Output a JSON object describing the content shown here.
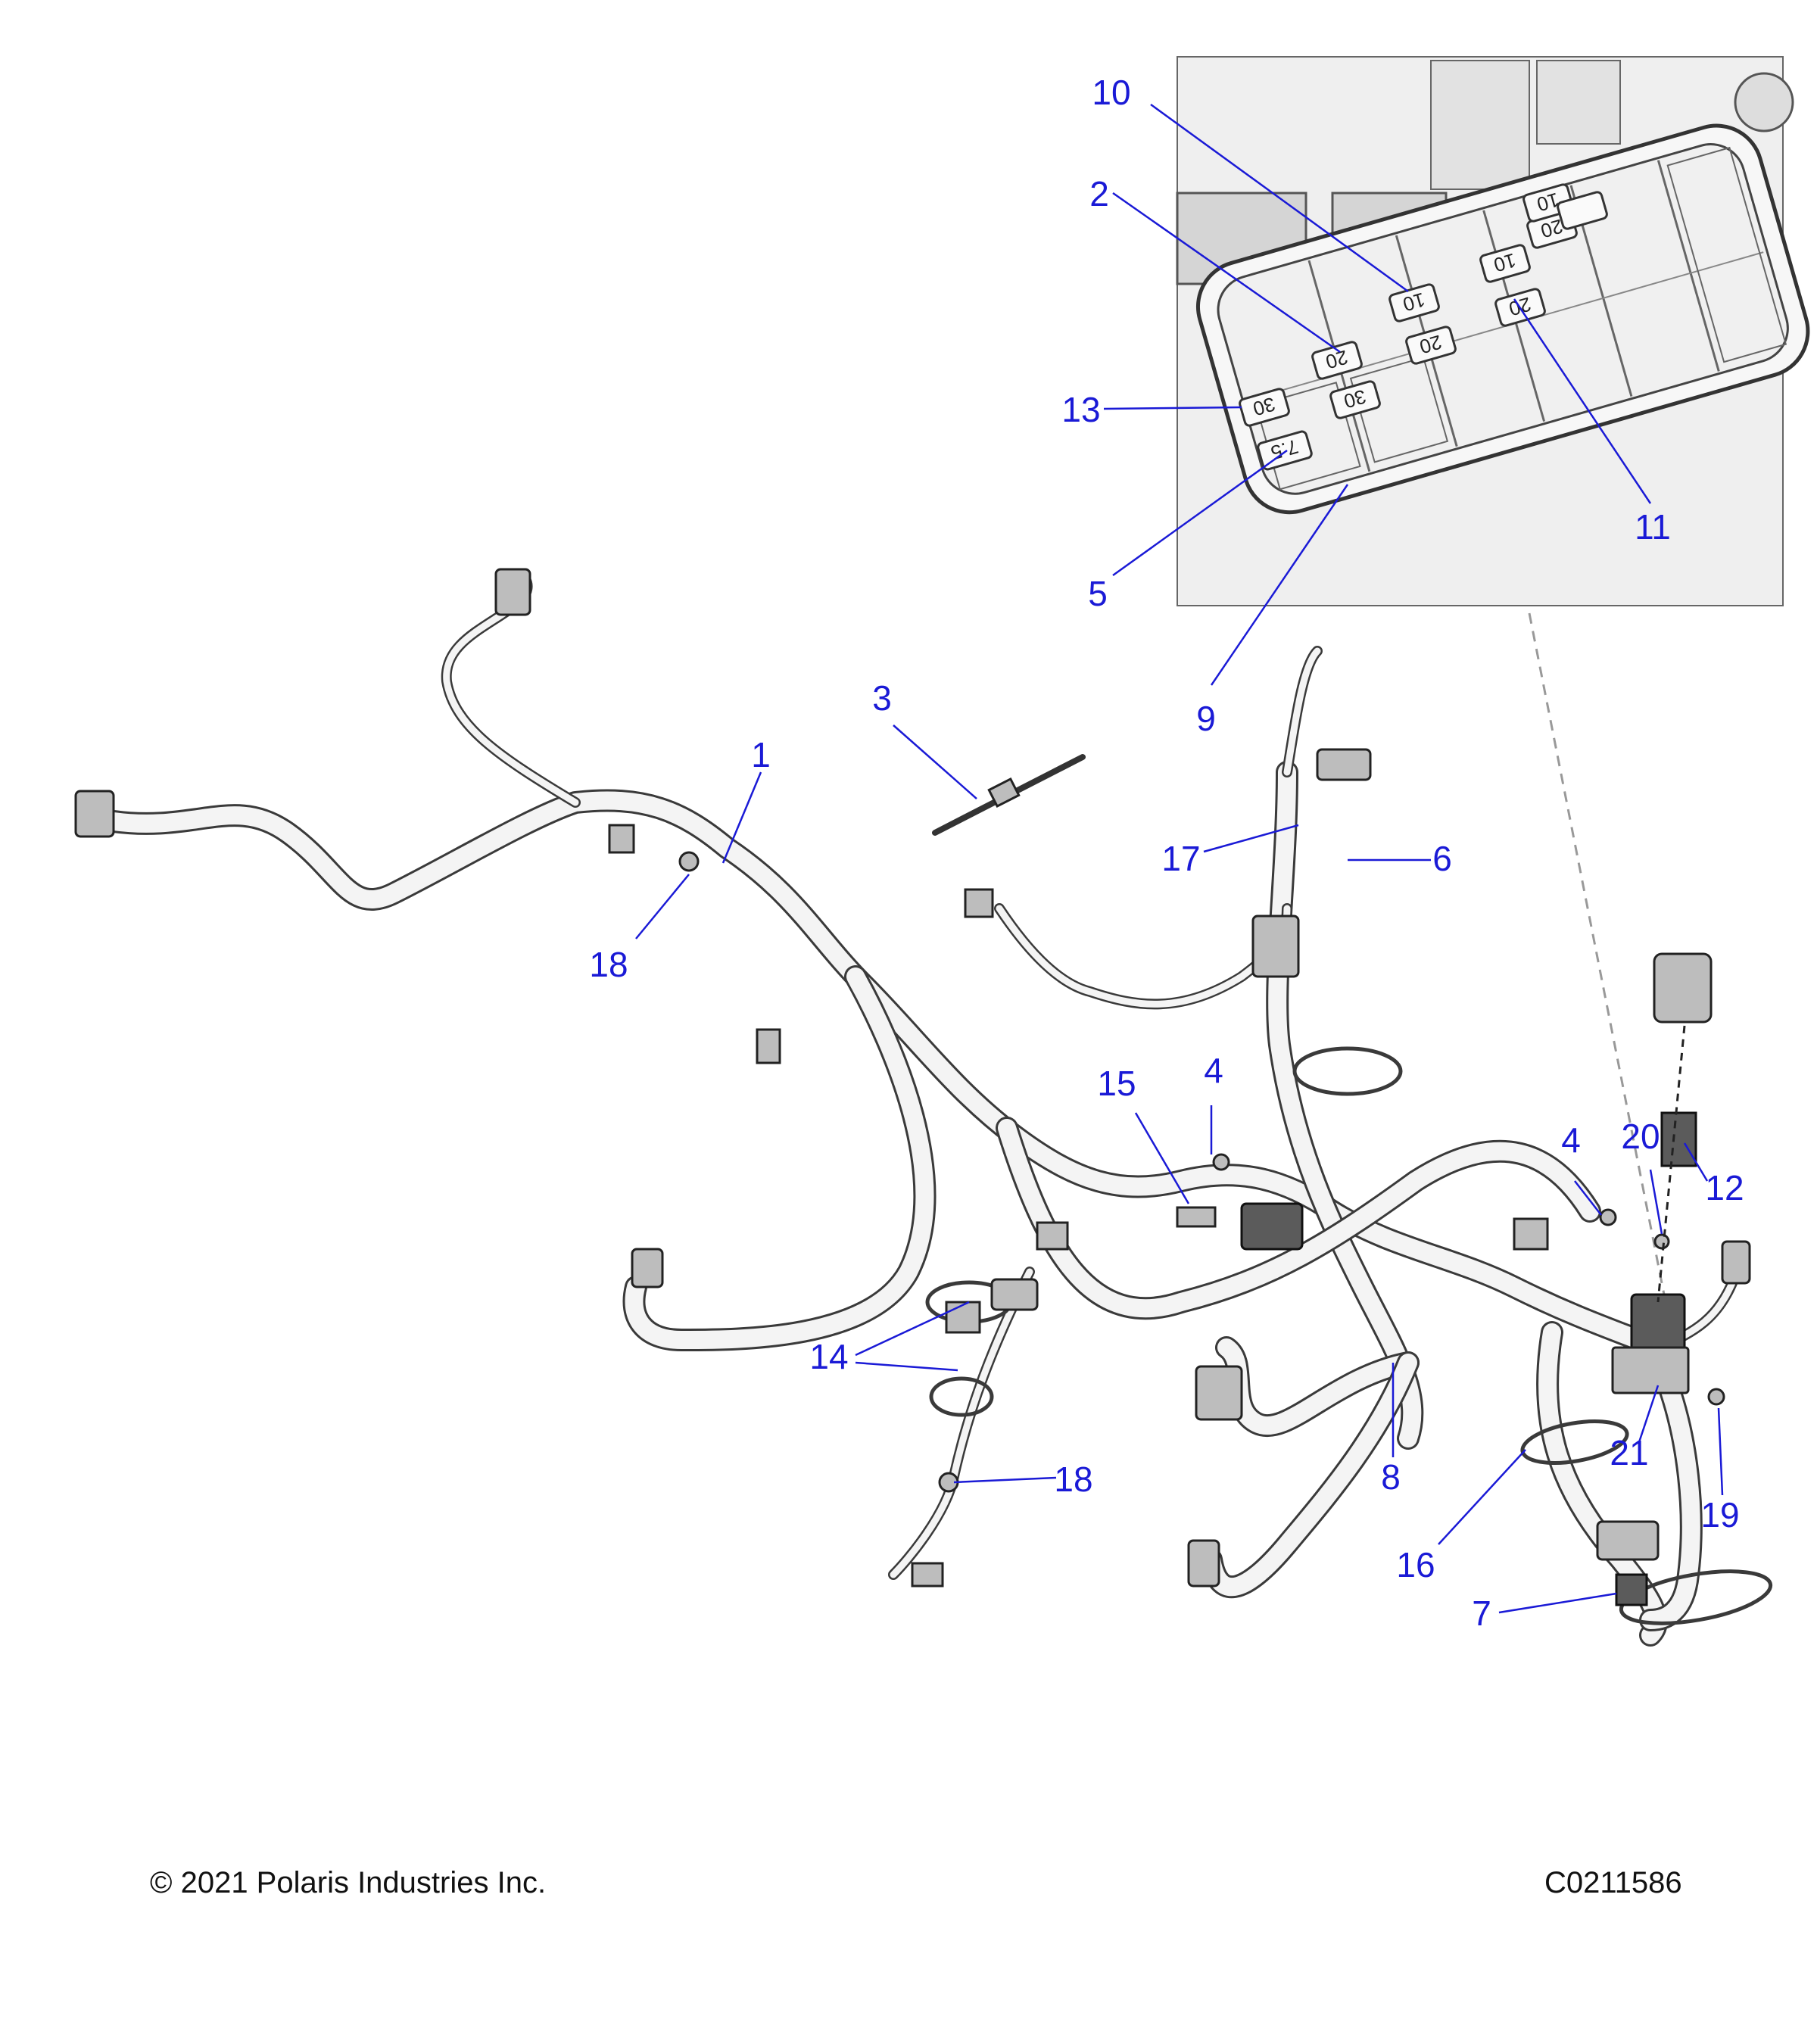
{
  "callouts": [
    {
      "id": "c10",
      "label": "10"
    },
    {
      "id": "c2",
      "label": "2"
    },
    {
      "id": "c13",
      "label": "13"
    },
    {
      "id": "c5",
      "label": "5"
    },
    {
      "id": "c9",
      "label": "9"
    },
    {
      "id": "c11",
      "label": "11"
    },
    {
      "id": "c3",
      "label": "3"
    },
    {
      "id": "c1",
      "label": "1"
    },
    {
      "id": "c17",
      "label": "17"
    },
    {
      "id": "c6",
      "label": "6"
    },
    {
      "id": "c18a",
      "label": "18"
    },
    {
      "id": "c15",
      "label": "15"
    },
    {
      "id": "c4a",
      "label": "4"
    },
    {
      "id": "c4b",
      "label": "4"
    },
    {
      "id": "c20",
      "label": "20"
    },
    {
      "id": "c12",
      "label": "12"
    },
    {
      "id": "c14",
      "label": "14"
    },
    {
      "id": "c18b",
      "label": "18"
    },
    {
      "id": "c8",
      "label": "8"
    },
    {
      "id": "c21",
      "label": "21"
    },
    {
      "id": "c19",
      "label": "19"
    },
    {
      "id": "c16",
      "label": "16"
    },
    {
      "id": "c7",
      "label": "7"
    }
  ],
  "fuse_ratings": {
    "f1": "10",
    "f2": "20",
    "f3": "10",
    "f4": "20",
    "f5": "20",
    "f6": "20",
    "f7": "30",
    "f8": "30",
    "f9": "7.5",
    "f10": "10"
  },
  "footer": {
    "copyright": "© 2021 Polaris Industries Inc.",
    "figure_id": "C0211586"
  }
}
